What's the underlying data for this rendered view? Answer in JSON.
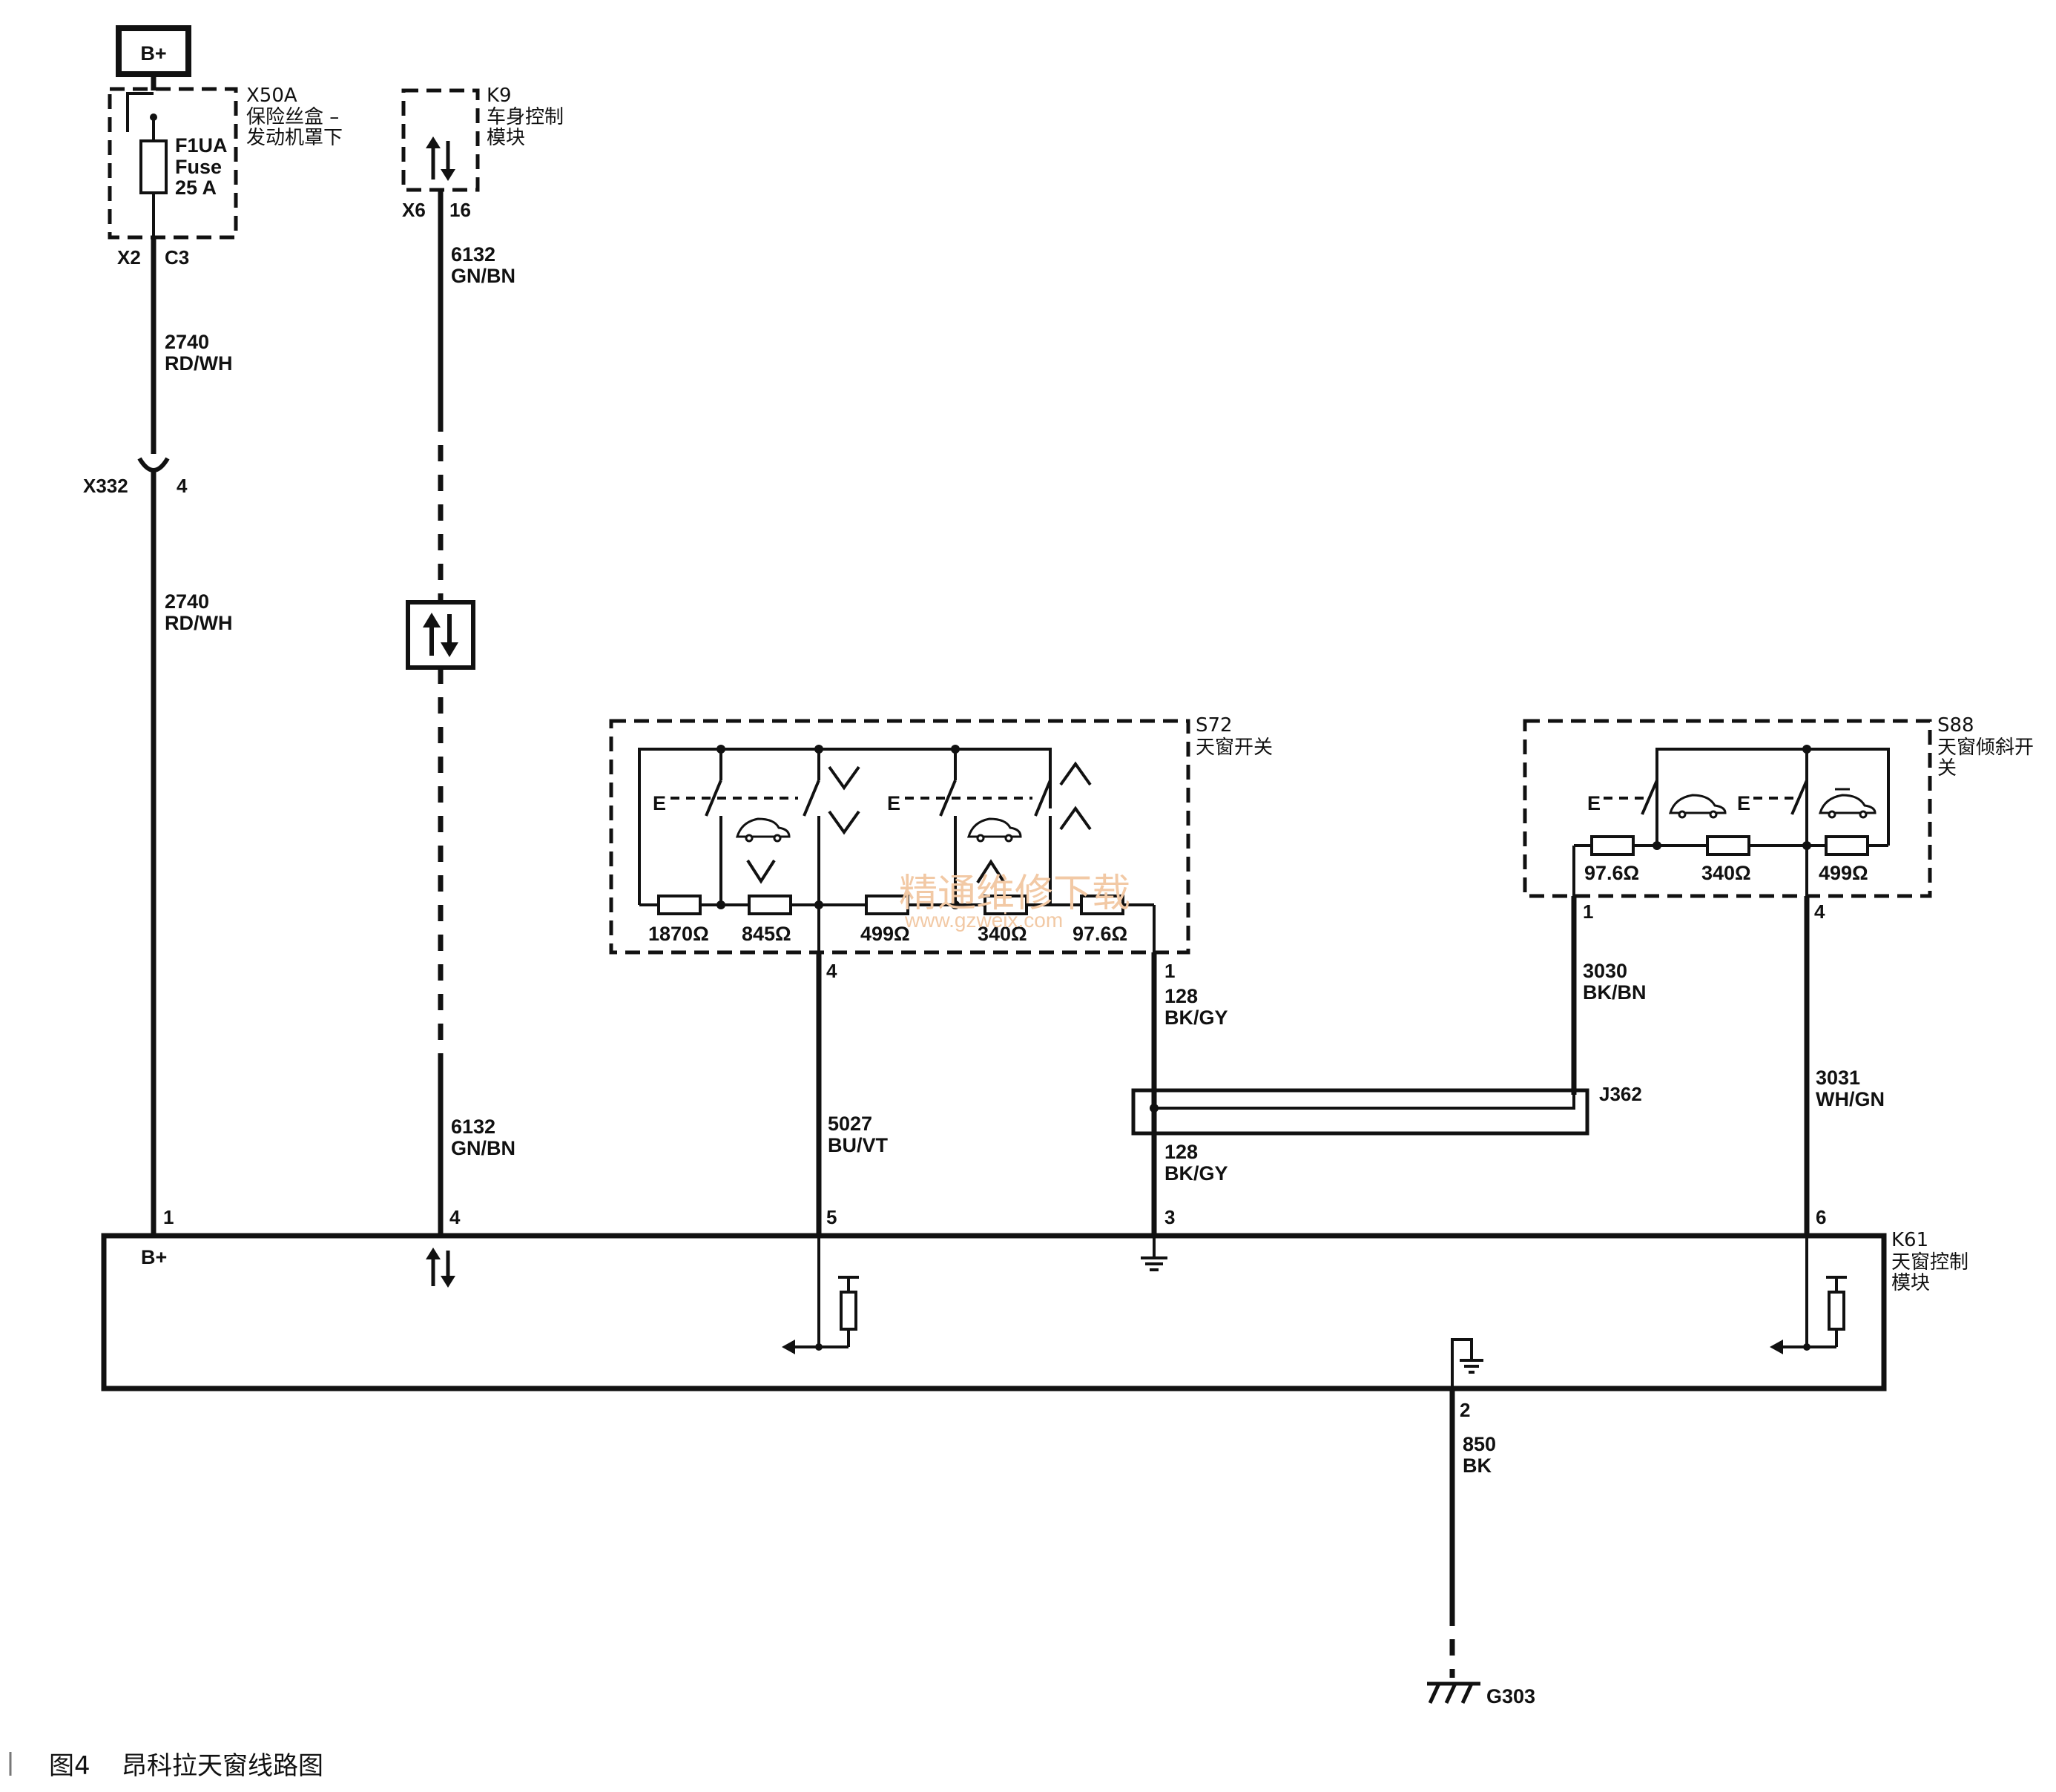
{
  "power": {
    "label": "B+"
  },
  "fuse_box": {
    "id": "X50A",
    "name_line1": "保险丝盒 –",
    "name_line2": "发动机罩下",
    "fuse_id": "F1UA",
    "fuse_word": "Fuse",
    "rating": "25 A",
    "conn": "X2",
    "pin": "C3"
  },
  "bcm": {
    "id": "K9",
    "name_line1": "车身控制",
    "name_line2": "模块",
    "conn": "X6",
    "pin": "16"
  },
  "wires": {
    "w2740a_num": "2740",
    "w2740a_col": "RD/WH",
    "w2740b_num": "2740",
    "w2740b_col": "RD/WH",
    "w6132a_num": "6132",
    "w6132a_col": "GN/BN",
    "w6132b_num": "6132",
    "w6132b_col": "GN/BN",
    "w5027_num": "5027",
    "w5027_col": "BU/VT",
    "w128a_num": "128",
    "w128a_col": "BK/GY",
    "w128b_num": "128",
    "w128b_col": "BK/GY",
    "w3030_num": "3030",
    "w3030_col": "BK/BN",
    "w3031_num": "3031",
    "w3031_col": "WH/GN",
    "w850_num": "850",
    "w850_col": "BK"
  },
  "inline_conn": {
    "id": "X332",
    "pin": "4"
  },
  "splice": {
    "id": "J362"
  },
  "s72": {
    "id": "S72",
    "name": "天窗开关",
    "r1": "1870Ω",
    "r2": "845Ω",
    "r3": "499Ω",
    "r4": "340Ω",
    "r5": "97.6Ω",
    "pin_out": "4",
    "pin_gnd": "1"
  },
  "s88": {
    "id": "S88",
    "name_line1": "天窗倾斜开",
    "name_line2": "关",
    "r1": "97.6Ω",
    "r2": "340Ω",
    "r3": "499Ω",
    "pin_left": "1",
    "pin_right": "4"
  },
  "k61": {
    "id": "K61",
    "name_line1": "天窗控制",
    "name_line2": "模块",
    "bplus": "B+",
    "pin1": "1",
    "pin4": "4",
    "pin5": "5",
    "pin3": "3",
    "pin6": "6",
    "pin2": "2"
  },
  "ground": {
    "id": "G303"
  },
  "watermark": {
    "text_cn": "精通维修下载",
    "text_url": "www.gzweix.com"
  },
  "caption": {
    "fig": "图4",
    "title": "昂科拉天窗线路图"
  }
}
